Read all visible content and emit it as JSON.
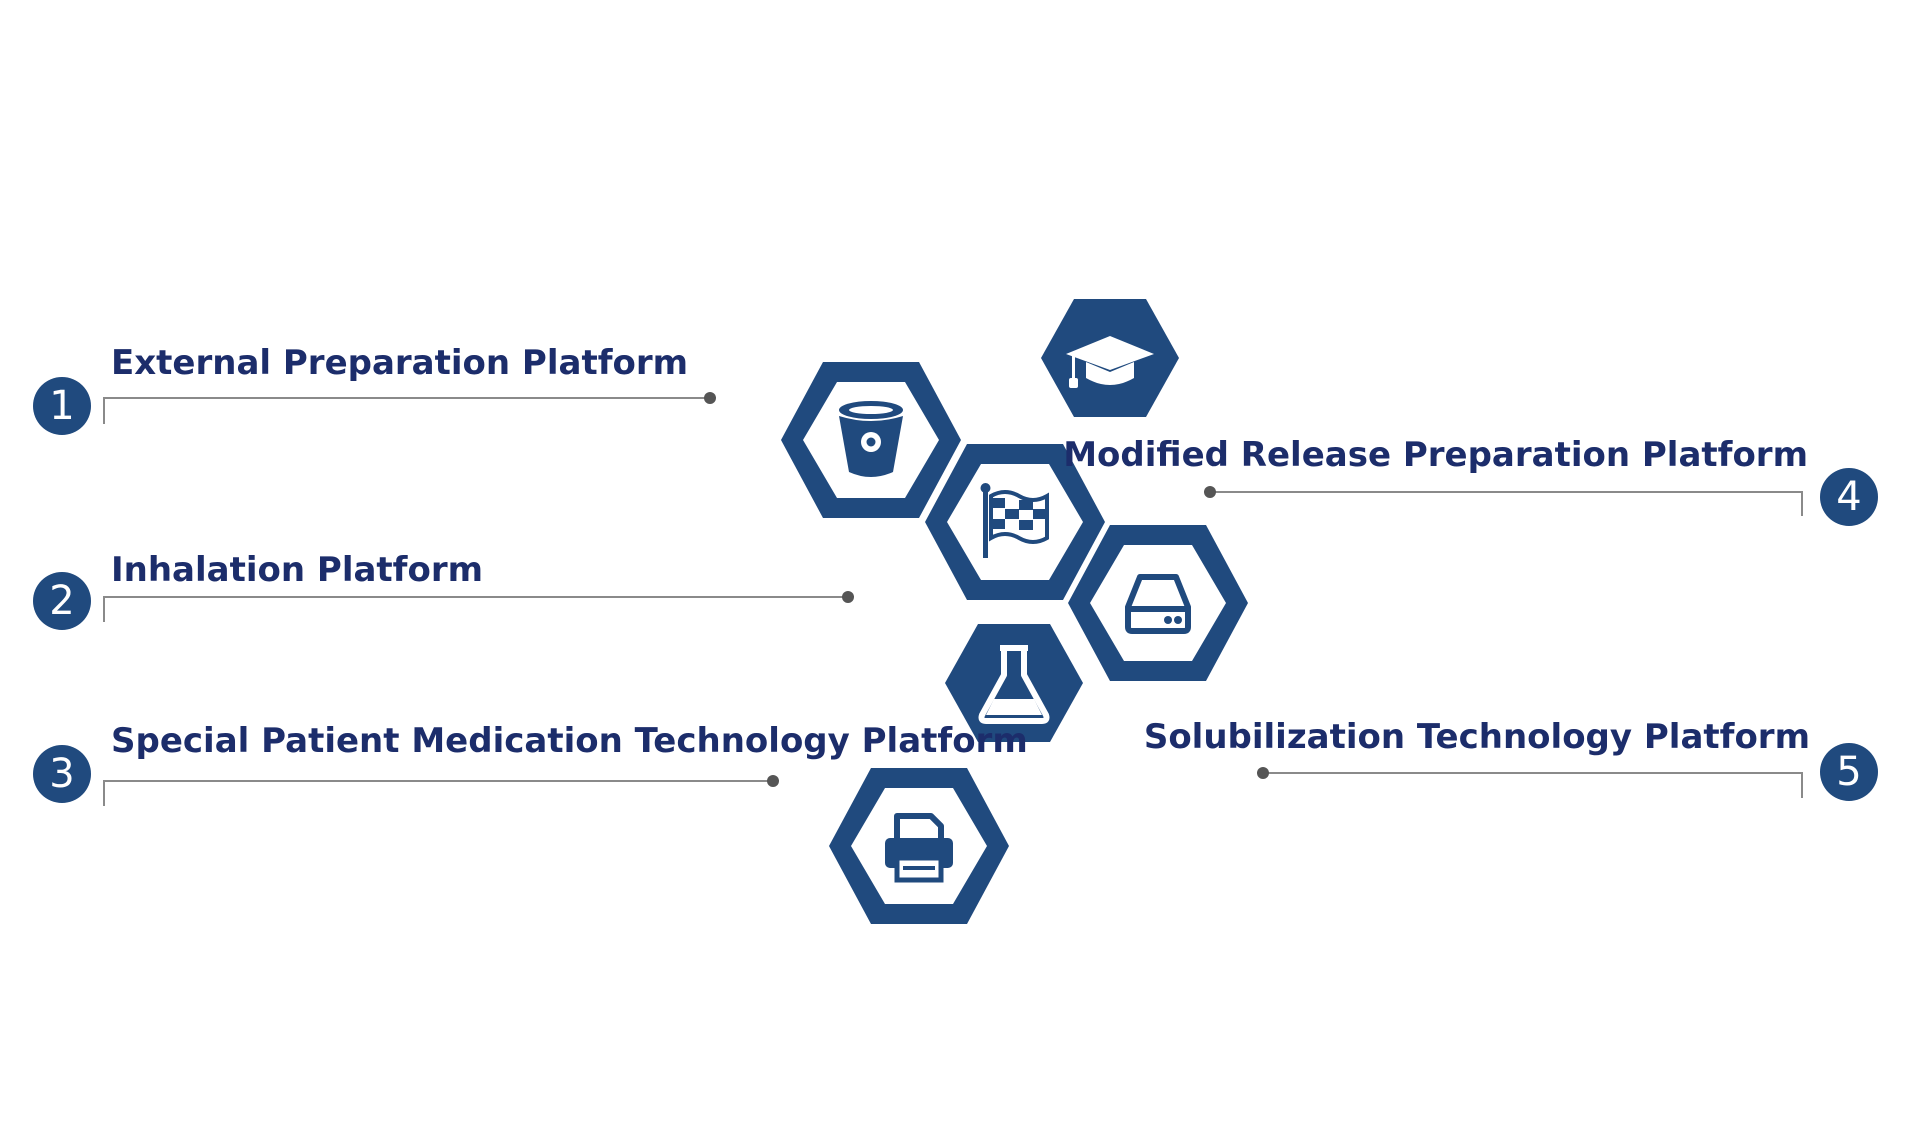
{
  "theme": {
    "primary": "#204a7e",
    "text": "#1c2d6b",
    "line": "#8a8a8a",
    "dot": "#555555"
  },
  "platforms": [
    {
      "number": "1",
      "label": "External Preparation Platform"
    },
    {
      "number": "2",
      "label": "Inhalation Platform"
    },
    {
      "number": "3",
      "label": "Special Patient Medication Technology Platform"
    },
    {
      "number": "4",
      "label": "Modified Release Preparation Platform"
    },
    {
      "number": "5",
      "label": "Solubilization Technology Platform"
    }
  ],
  "hexagons": [
    {
      "style": "ring",
      "icon": "bucket-icon"
    },
    {
      "style": "filled",
      "icon": "graduation-cap-icon"
    },
    {
      "style": "ring",
      "icon": "checkered-flag-icon"
    },
    {
      "style": "ring",
      "icon": "hard-drive-icon"
    },
    {
      "style": "filled",
      "icon": "flask-icon"
    },
    {
      "style": "ring",
      "icon": "printer-icon"
    }
  ]
}
